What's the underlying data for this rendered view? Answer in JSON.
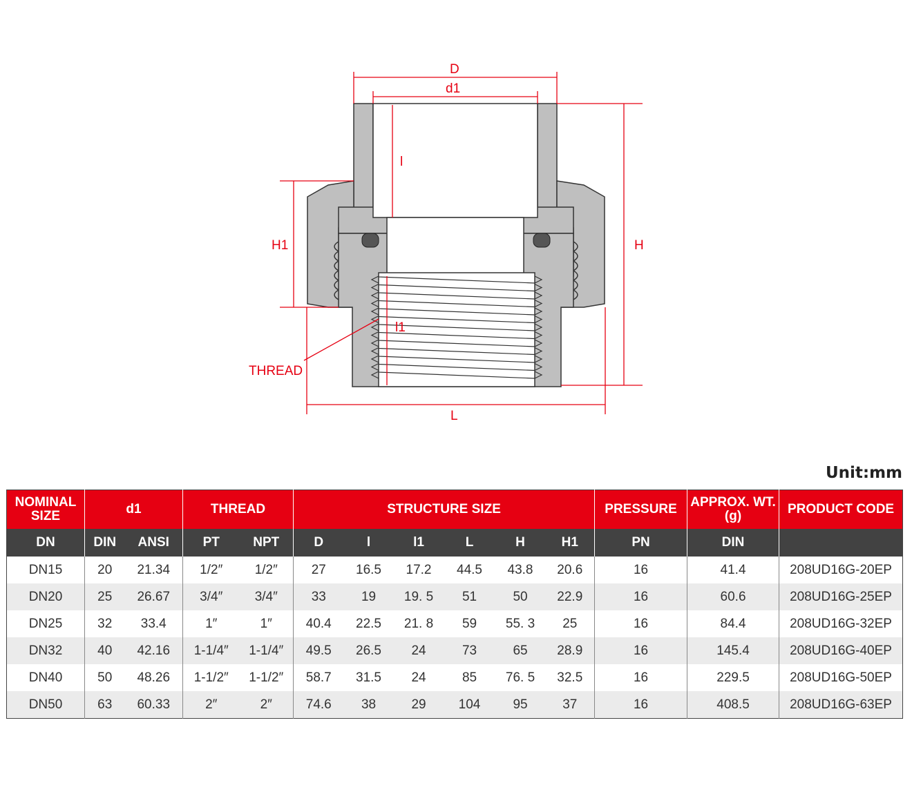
{
  "drawing": {
    "labels": {
      "D": "D",
      "d1": "d1",
      "l": "l",
      "H1": "H1",
      "H": "H",
      "l1": "l1",
      "thread": "THREAD",
      "L": "L"
    }
  },
  "unit": "Unit:mm",
  "table": {
    "groups": {
      "nominal_size": "NOMINAL SIZE",
      "d1": "d1",
      "thread": "THREAD",
      "structure_size": "STRUCTURE SIZE",
      "pressure": "PRESSURE",
      "weight": "APPROX. WT.(g)",
      "product_code": "PRODUCT CODE"
    },
    "subheaders": {
      "dn": "DN",
      "din": "DIN",
      "ansi": "ANSI",
      "pt": "PT",
      "npt": "NPT",
      "D": "D",
      "l": "l",
      "l1": "l1",
      "L": "L",
      "H": "H",
      "H1": "H1",
      "pn": "PN",
      "wt_din": "DIN",
      "code": ""
    },
    "rows": [
      [
        "DN15",
        "20",
        "21.34",
        "1/2″",
        "1/2″",
        "27",
        "16.5",
        "17.2",
        "44.5",
        "43.8",
        "20.6",
        "16",
        "41.4",
        "208UD16G-20EP"
      ],
      [
        "DN20",
        "25",
        "26.67",
        "3/4″",
        "3/4″",
        "33",
        "19",
        "19. 5",
        "51",
        "50",
        "22.9",
        "16",
        "60.6",
        "208UD16G-25EP"
      ],
      [
        "DN25",
        "32",
        "33.4",
        "1″",
        "1″",
        "40.4",
        "22.5",
        "21. 8",
        "59",
        "55. 3",
        "25",
        "16",
        "84.4",
        "208UD16G-32EP"
      ],
      [
        "DN32",
        "40",
        "42.16",
        "1-1/4″",
        "1-1/4″",
        "49.5",
        "26.5",
        "24",
        "73",
        "65",
        "28.9",
        "16",
        "145.4",
        "208UD16G-40EP"
      ],
      [
        "DN40",
        "50",
        "48.26",
        "1-1/2″",
        "1-1/2″",
        "58.7",
        "31.5",
        "24",
        "85",
        "76. 5",
        "32.5",
        "16",
        "229.5",
        "208UD16G-50EP"
      ],
      [
        "DN50",
        "63",
        "60.33",
        "2″",
        "2″",
        "74.6",
        "38",
        "29",
        "104",
        "95",
        "37",
        "16",
        "408.5",
        "208UD16G-63EP"
      ]
    ]
  }
}
